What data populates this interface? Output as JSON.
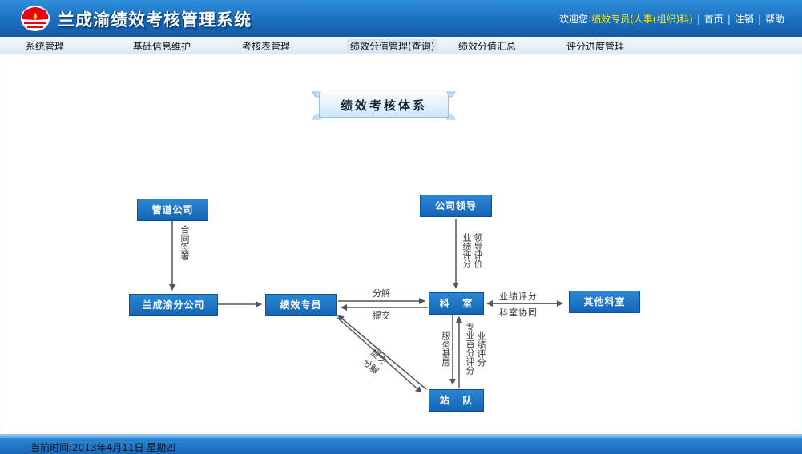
{
  "header": {
    "title": "兰成渝绩效考核管理系统",
    "welcome": "欢迎您:",
    "user": "绩效专员(人事(组织)科)",
    "links": [
      "首页",
      "注销",
      "帮助"
    ]
  },
  "menu": [
    "系统管理",
    "基础信息维护",
    "考核表管理",
    "绩效分值管理(查询)",
    "绩效分值汇总",
    "评分进度管理"
  ],
  "diagram": {
    "title": "绩效考核体系",
    "nodes": {
      "pipeline": "管道公司",
      "leaders": "公司领导",
      "branch": "兰成渝分公司",
      "specialist": "绩效专员",
      "office": "科   室",
      "other_offices": "其他科室",
      "station": "站   队"
    },
    "edges": {
      "contract": "合同签署",
      "leader_eval_1": "领导评价",
      "leader_eval_2": "业绩评分",
      "decompose": "分解",
      "submit": "提交",
      "perf_score": "业绩评分",
      "office_coop": "科室协同",
      "submit_diag": "提交",
      "decompose_diag": "分解",
      "service": "服务基层",
      "pro_score": "专业百分评分",
      "perf_score_v": "业绩评分"
    }
  },
  "footer": {
    "time": "当前时间:2013年4月11日 星期四"
  }
}
